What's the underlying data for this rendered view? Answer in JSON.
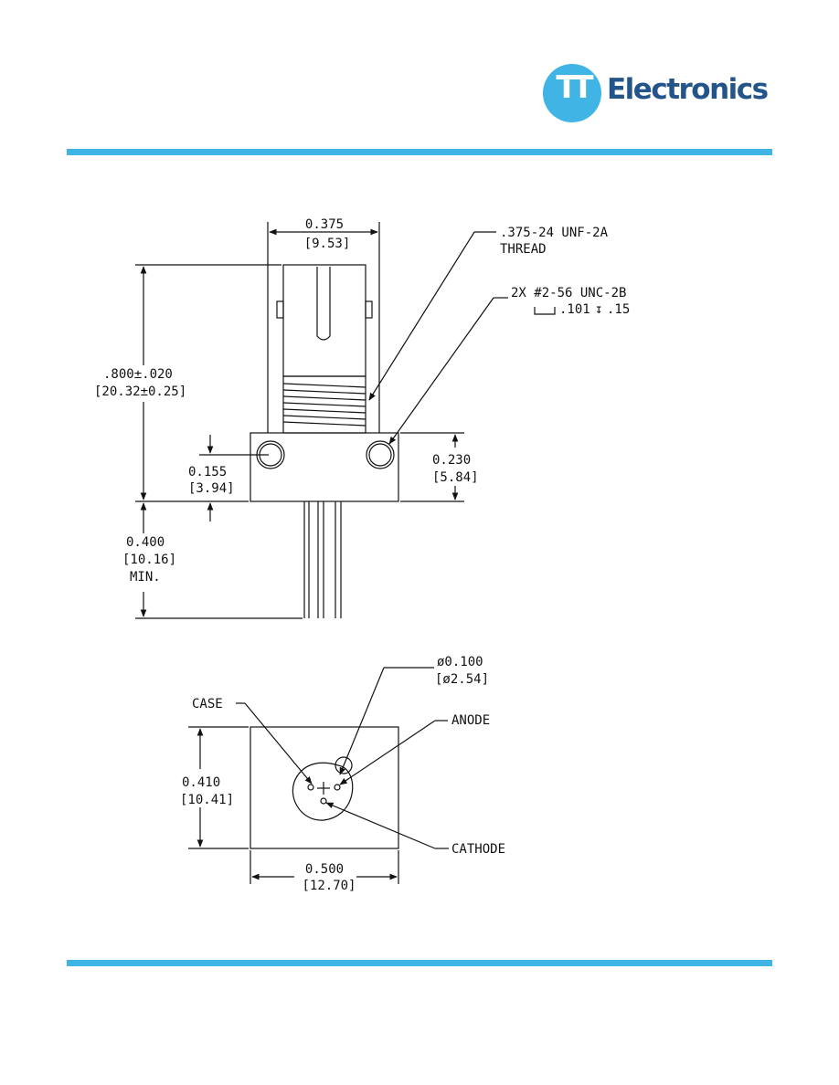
{
  "logo": {
    "mark": "TT",
    "word": "Electronics",
    "brand_blue": "#3fb4e5",
    "brand_navy": "#23558b"
  },
  "side_view": {
    "width_in": "0.375",
    "width_mm": "[9.53]",
    "thread_line1": ".375-24 UNF-2A",
    "thread_line2": "THREAD",
    "tap_line1": "2X #2-56 UNC-2B",
    "tap_line2": ".101",
    "tap_line2b": ".15",
    "height_in": ".800±.020",
    "height_mm": "[20.32±0.25]",
    "hole_in": "0.155",
    "hole_mm": "[3.94]",
    "flange_in": "0.230",
    "flange_mm": "[5.84]",
    "lead_in": "0.400",
    "lead_mm": "[10.16]",
    "lead_note": "MIN."
  },
  "bottom_view": {
    "dia_in": "ø0.100",
    "dia_mm": "[ø2.54]",
    "case_label": "CASE",
    "anode_label": "ANODE",
    "cathode_label": "CATHODE",
    "height_in": "0.410",
    "height_mm": "[10.41]",
    "width_in": "0.500",
    "width_mm": "[12.70]"
  }
}
